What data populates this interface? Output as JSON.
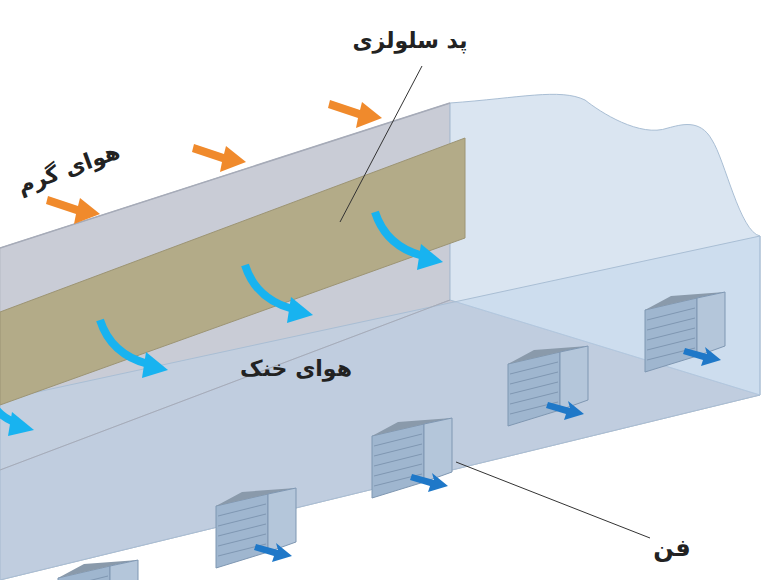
{
  "diagram": {
    "labels": [
      "پد سلولزی",
      "هوای گرم",
      "هوای خنک",
      "فن"
    ]
  }
}
